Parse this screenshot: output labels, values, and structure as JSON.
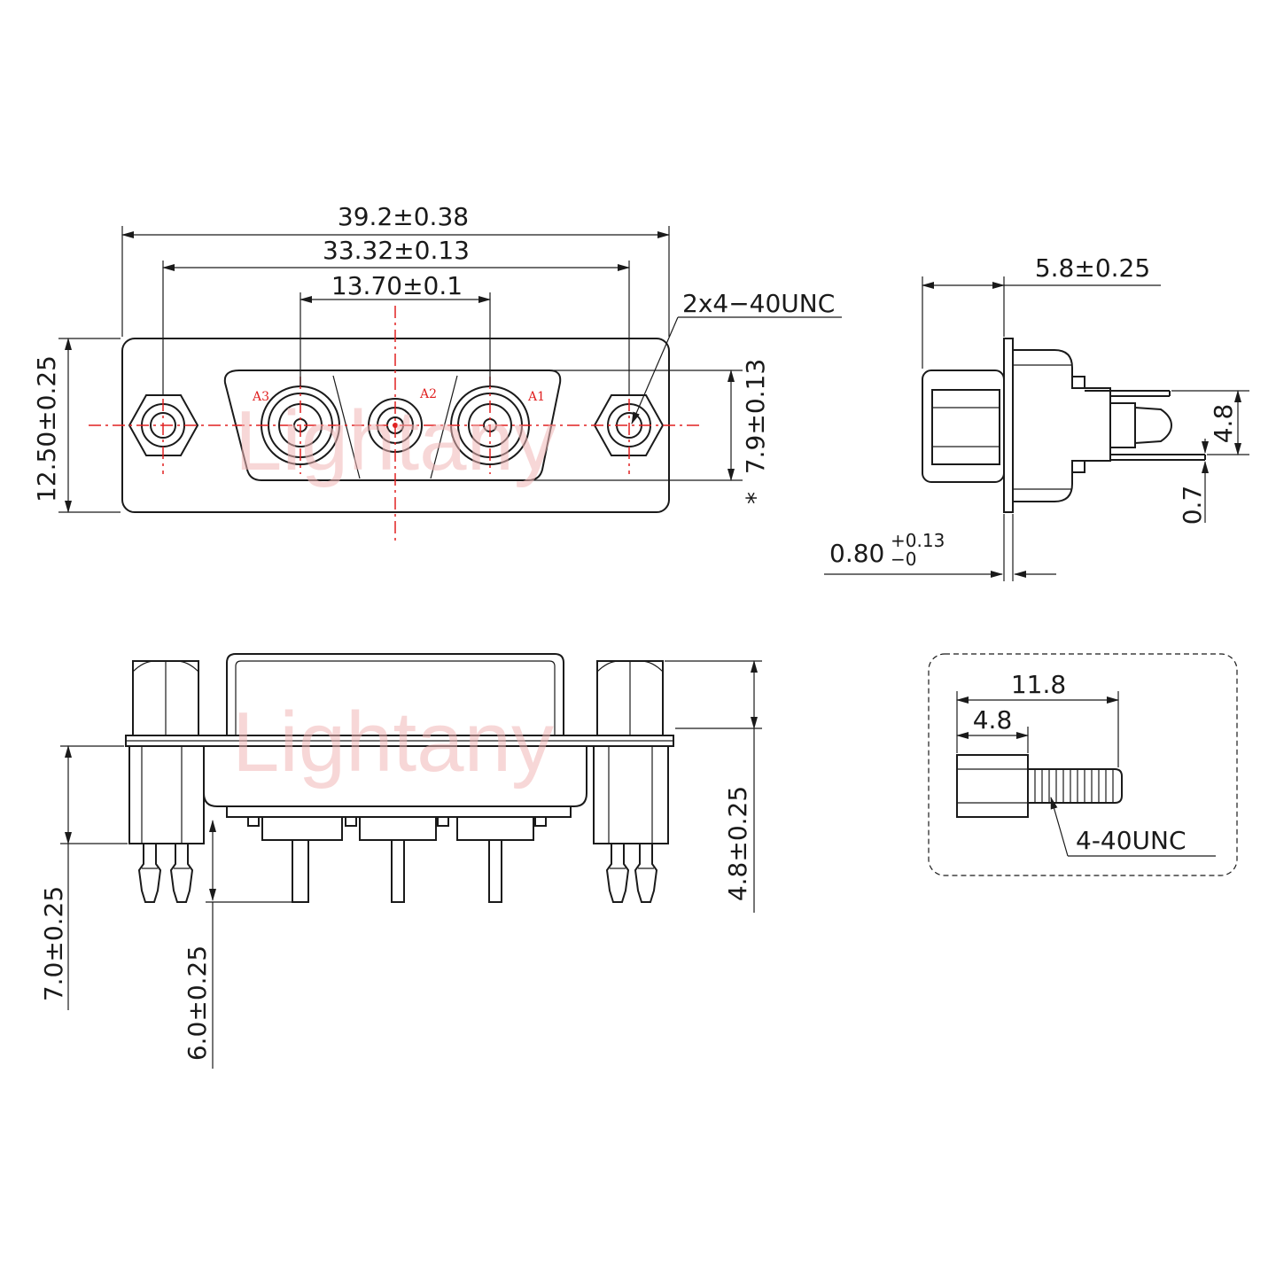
{
  "watermark": "Lightany",
  "colors": {
    "line": "#1a1a1a",
    "centerline": "#e02020",
    "watermark": "#f2b7b7"
  },
  "front_view": {
    "dim_overall_width": "39.2±0.38",
    "dim_mount_spacing": "33.32±0.13",
    "dim_contact_spacing": "13.70±0.1",
    "dim_thread_callout": "2x4−40UNC",
    "dim_height": "12.50±0.25",
    "dim_shell_height": "7.9±0.13",
    "dim_shell_mark": "*",
    "pins": [
      "A3",
      "A2",
      "A1"
    ]
  },
  "side_view": {
    "dim_depth": "5.8±0.25",
    "dim_pin_offset": "4.8",
    "dim_pin_thick": "0.7",
    "dim_flange_base": "0.80",
    "dim_flange_tol_plus": "+0.13",
    "dim_flange_tol_minus": "−0"
  },
  "bottom_view": {
    "dim_standoff_left": "7.0±0.25",
    "dim_pin_length": "6.0±0.25",
    "dim_body_right": "4.8±0.25"
  },
  "detail_view": {
    "dim_total": "11.8",
    "dim_hex": "4.8",
    "thread_label": "4-40UNC"
  }
}
